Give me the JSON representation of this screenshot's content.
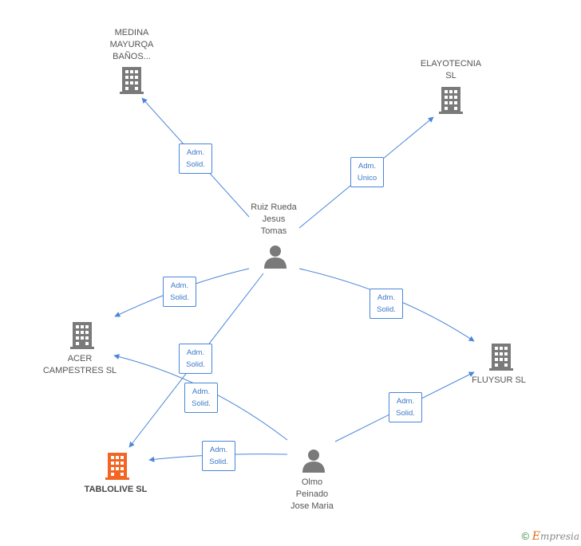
{
  "colors": {
    "edge": "#4a86d8",
    "company": "#7a7a7a",
    "focus_company": "#f26522",
    "person": "#7a7a7a"
  },
  "nodes": [
    {
      "id": "medina",
      "type": "company",
      "lines": [
        "MEDINA",
        "MAYURQA",
        "BAÑOS..."
      ],
      "icon": "building-icon"
    },
    {
      "id": "elayotecnia",
      "type": "company",
      "lines": [
        "ELAYOTECNIA",
        "SL"
      ],
      "icon": "building-icon"
    },
    {
      "id": "ruiz",
      "type": "person",
      "lines": [
        "Ruiz Rueda",
        "Jesus",
        "Tomas"
      ],
      "icon": "person-icon"
    },
    {
      "id": "acer",
      "type": "company",
      "lines": [
        "ACER",
        "CAMPESTRES SL"
      ],
      "icon": "building-icon"
    },
    {
      "id": "fluysur",
      "type": "company",
      "lines": [
        "FLUYSUR SL"
      ],
      "icon": "building-icon"
    },
    {
      "id": "tablolive",
      "type": "company",
      "focus": true,
      "lines": [
        "TABLOLIVE SL"
      ],
      "icon": "building-icon"
    },
    {
      "id": "olmo",
      "type": "person",
      "lines": [
        "Olmo",
        "Peinado",
        "Jose Maria"
      ],
      "icon": "person-icon"
    }
  ],
  "edges": [
    {
      "id": "e1",
      "from": "ruiz",
      "to": "medina",
      "label": [
        "Adm.",
        "Solid."
      ]
    },
    {
      "id": "e2",
      "from": "ruiz",
      "to": "elayotecnia",
      "label": [
        "Adm.",
        "Unico"
      ]
    },
    {
      "id": "e3",
      "from": "ruiz",
      "to": "acer",
      "label": [
        "Adm.",
        "Solid."
      ]
    },
    {
      "id": "e4",
      "from": "ruiz",
      "to": "fluysur",
      "label": [
        "Adm.",
        "Solid."
      ]
    },
    {
      "id": "e5",
      "from": "ruiz",
      "to": "tablolive",
      "label": [
        "Adm.",
        "Solid."
      ]
    },
    {
      "id": "e6",
      "from": "olmo",
      "to": "acer",
      "label": [
        "Adm.",
        "Solid."
      ]
    },
    {
      "id": "e7",
      "from": "olmo",
      "to": "fluysur",
      "label": [
        "Adm.",
        "Solid."
      ]
    },
    {
      "id": "e8",
      "from": "olmo",
      "to": "tablolive",
      "label": [
        "Adm.",
        "Solid."
      ]
    }
  ],
  "footer": {
    "copyright": "©",
    "brand_initial": "E",
    "brand_rest": "mpresia"
  }
}
